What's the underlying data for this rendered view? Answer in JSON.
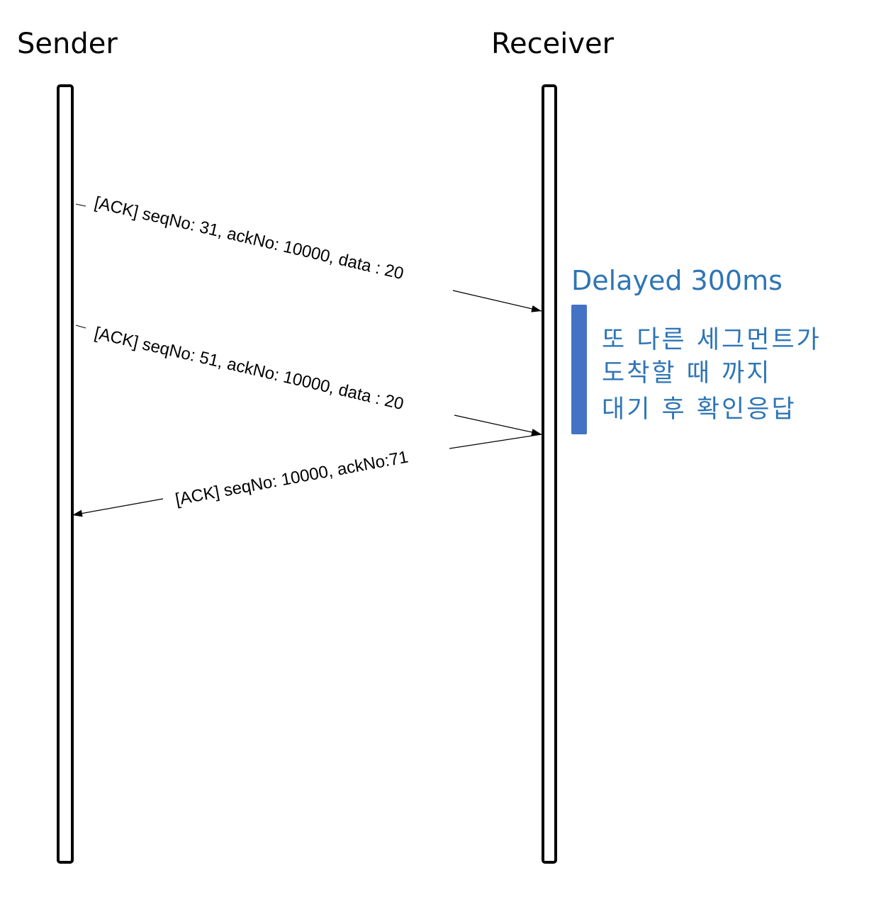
{
  "participants": {
    "sender": "Sender",
    "receiver": "Receiver"
  },
  "messages": [
    {
      "from": "Sender",
      "to": "Receiver",
      "label": "[ACK] seqNo: 31, ackNo: 10000, data : 20"
    },
    {
      "from": "Sender",
      "to": "Receiver",
      "label": "[ACK] seqNo: 51, ackNo: 10000, data : 20"
    },
    {
      "from": "Receiver",
      "to": "Sender",
      "label": "[ACK] seqNo: 10000, ackNo:71"
    }
  ],
  "note": {
    "title": "Delayed 300ms",
    "lines": [
      "또 다른 세그먼트가",
      "도착할 때 까지",
      "대기 후 확인응답"
    ]
  },
  "colors": {
    "accent": "#2e75b6",
    "delay_bar": "#4472c4",
    "line": "#000000"
  }
}
